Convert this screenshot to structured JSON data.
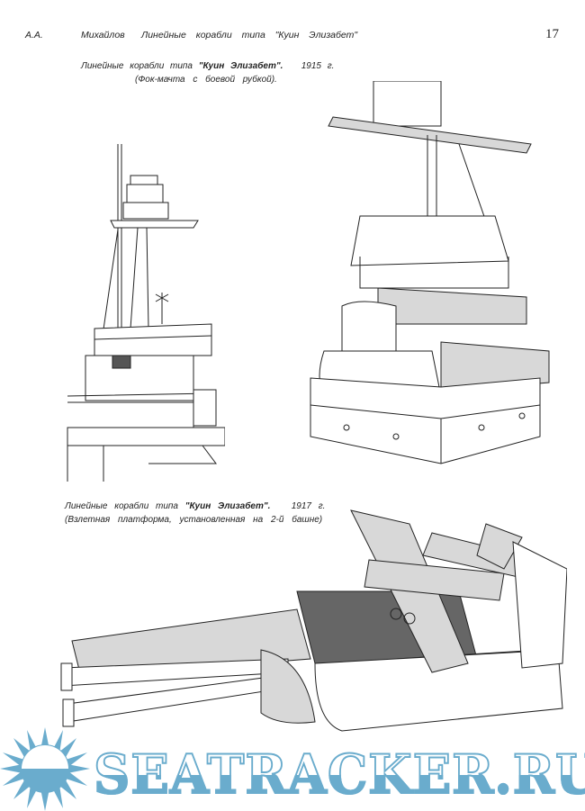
{
  "header": {
    "author": "А.А.",
    "surname": "Михайлов",
    "title": "Линейные корабли типа \"Куин Элизабет\"",
    "page_number": "17"
  },
  "figure1": {
    "caption_prefix": "Линейные корабли типа ",
    "caption_name": "\"Куин Элизабет\".",
    "caption_year": "1915 г.",
    "caption_sub": "(Фок-мачта с боевой рубкой)."
  },
  "figure2": {
    "caption_prefix": "Линейные корабли типа ",
    "caption_name": "\"Куин Элизабет\".",
    "caption_year": "1917 г.",
    "caption_sub": "(Взлетная платформа, установленная на 2-й башне)"
  },
  "watermark": {
    "text": "SEATRACKER.RU",
    "color": "#6aaccd"
  }
}
